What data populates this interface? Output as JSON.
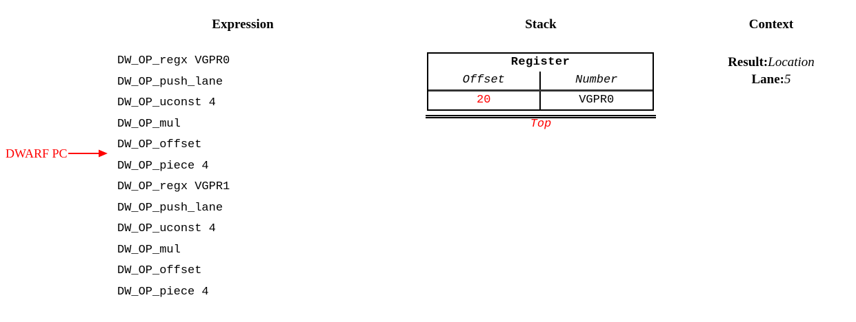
{
  "headings": {
    "expression": "Expression",
    "stack": "Stack",
    "context": "Context"
  },
  "expression": {
    "lines": [
      "DW_OP_regx VGPR0",
      "DW_OP_push_lane",
      "DW_OP_uconst 4",
      "DW_OP_mul",
      "DW_OP_offset",
      "DW_OP_piece 4",
      "DW_OP_regx VGPR1",
      "DW_OP_push_lane",
      "DW_OP_uconst 4",
      "DW_OP_mul",
      "DW_OP_offset",
      "DW_OP_piece 4"
    ],
    "pc_marker": {
      "label": "DWARF PC",
      "points_to_line_index": 5
    }
  },
  "stack": {
    "title": "Register",
    "subheaders": [
      "Offset",
      "Number"
    ],
    "rows": [
      {
        "offset": "20",
        "number": "VGPR0"
      }
    ],
    "top_label": "Top"
  },
  "context": {
    "entries": [
      {
        "key": "Result:",
        "value": "Location"
      },
      {
        "key": "Lane:",
        "value": "5"
      }
    ]
  },
  "colors": {
    "accent_red": "#ff0000",
    "text": "#000000",
    "background": "#ffffff",
    "rule": "#333333"
  }
}
